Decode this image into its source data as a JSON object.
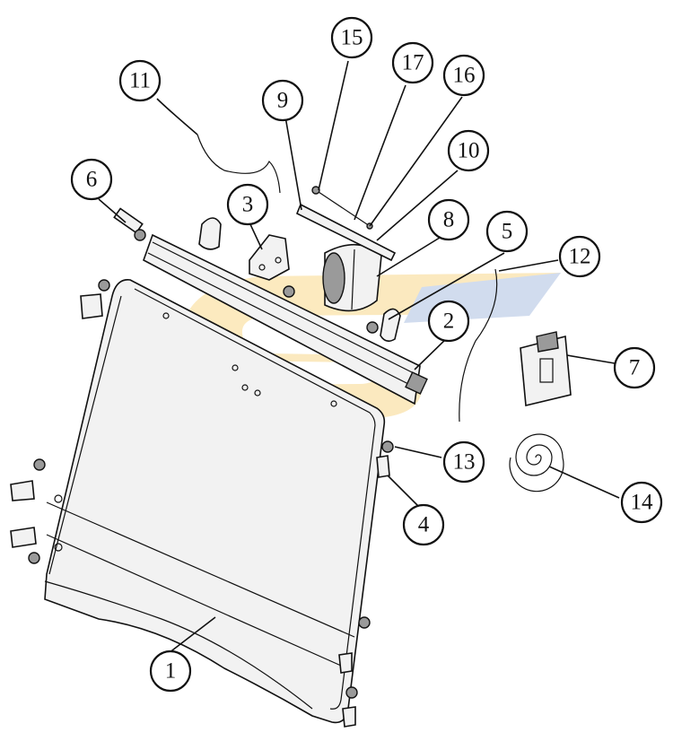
{
  "callouts": [
    {
      "id": "callout-1",
      "label": "1"
    },
    {
      "id": "callout-2",
      "label": "2"
    },
    {
      "id": "callout-3",
      "label": "3"
    },
    {
      "id": "callout-4",
      "label": "4"
    },
    {
      "id": "callout-5",
      "label": "5"
    },
    {
      "id": "callout-6",
      "label": "6"
    },
    {
      "id": "callout-7",
      "label": "7"
    },
    {
      "id": "callout-8",
      "label": "8"
    },
    {
      "id": "callout-9",
      "label": "9"
    },
    {
      "id": "callout-10",
      "label": "10"
    },
    {
      "id": "callout-11",
      "label": "11"
    },
    {
      "id": "callout-12",
      "label": "12"
    },
    {
      "id": "callout-13",
      "label": "13"
    },
    {
      "id": "callout-14",
      "label": "14"
    },
    {
      "id": "callout-15",
      "label": "15"
    },
    {
      "id": "callout-16",
      "label": "16"
    },
    {
      "id": "callout-17",
      "label": "17"
    }
  ],
  "watermark": {
    "text": "SC",
    "colors": {
      "yellow": "#fbe6b4",
      "blue": "#c9d6ec"
    }
  },
  "colors": {
    "line": "#111111",
    "part_fill": "#f2f2f2",
    "shade": "#9a9a9a"
  }
}
